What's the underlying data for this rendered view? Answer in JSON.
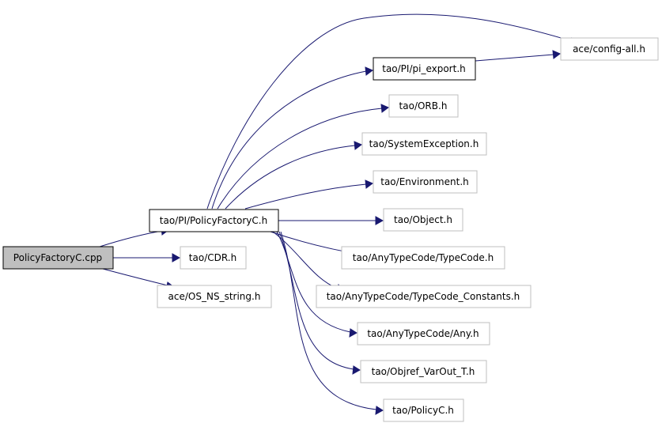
{
  "colors": {
    "edge": "#191970",
    "node_border_gray": "#bfbfbf",
    "node_border_black": "#000000",
    "root_fill": "#bfbfbf",
    "background": "#ffffff"
  },
  "nodes": [
    {
      "id": "policyfactoryc_cpp",
      "label": "PolicyFactoryC.cpp",
      "style": "root"
    },
    {
      "id": "policyfactoryc_h",
      "label": "tao/PI/PolicyFactoryC.h",
      "style": "dark"
    },
    {
      "id": "cdr_h",
      "label": "tao/CDR.h",
      "style": "light"
    },
    {
      "id": "os_ns_string_h",
      "label": "ace/OS_NS_string.h",
      "style": "light"
    },
    {
      "id": "config_all_h",
      "label": "ace/config-all.h",
      "style": "light"
    },
    {
      "id": "pi_export_h",
      "label": "tao/PI/pi_export.h",
      "style": "dark"
    },
    {
      "id": "orb_h",
      "label": "tao/ORB.h",
      "style": "light"
    },
    {
      "id": "systemexception_h",
      "label": "tao/SystemException.h",
      "style": "light"
    },
    {
      "id": "environment_h",
      "label": "tao/Environment.h",
      "style": "light"
    },
    {
      "id": "object_h",
      "label": "tao/Object.h",
      "style": "light"
    },
    {
      "id": "typecode_h",
      "label": "tao/AnyTypeCode/TypeCode.h",
      "style": "light"
    },
    {
      "id": "typecode_constants_h",
      "label": "tao/AnyTypeCode/TypeCode_Constants.h",
      "style": "light"
    },
    {
      "id": "any_h",
      "label": "tao/AnyTypeCode/Any.h",
      "style": "light"
    },
    {
      "id": "objref_varout_t_h",
      "label": "tao/Objref_VarOut_T.h",
      "style": "light"
    },
    {
      "id": "policyc_h",
      "label": "tao/PolicyC.h",
      "style": "light"
    }
  ],
  "edges": [
    {
      "from": "policyfactoryc_cpp",
      "to": "policyfactoryc_h"
    },
    {
      "from": "policyfactoryc_cpp",
      "to": "cdr_h"
    },
    {
      "from": "policyfactoryc_cpp",
      "to": "os_ns_string_h"
    },
    {
      "from": "policyfactoryc_h",
      "to": "config_all_h"
    },
    {
      "from": "policyfactoryc_h",
      "to": "pi_export_h"
    },
    {
      "from": "pi_export_h",
      "to": "config_all_h"
    },
    {
      "from": "policyfactoryc_h",
      "to": "orb_h"
    },
    {
      "from": "policyfactoryc_h",
      "to": "systemexception_h"
    },
    {
      "from": "policyfactoryc_h",
      "to": "environment_h"
    },
    {
      "from": "policyfactoryc_h",
      "to": "object_h"
    },
    {
      "from": "policyfactoryc_h",
      "to": "typecode_h"
    },
    {
      "from": "policyfactoryc_h",
      "to": "typecode_constants_h"
    },
    {
      "from": "policyfactoryc_h",
      "to": "any_h"
    },
    {
      "from": "policyfactoryc_h",
      "to": "objref_varout_t_h"
    },
    {
      "from": "policyfactoryc_h",
      "to": "policyc_h"
    }
  ]
}
